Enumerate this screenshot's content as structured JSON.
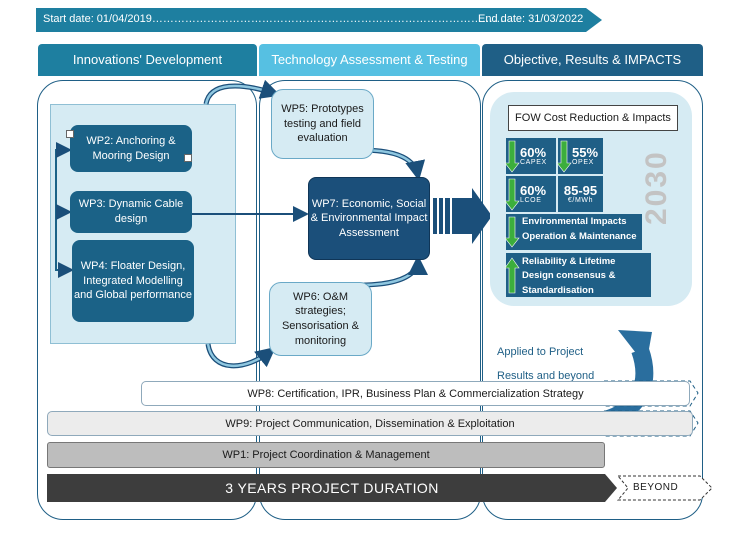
{
  "timeline": {
    "start_label": "Start date: 01/04/2019……………………………………………………………………………………",
    "end_label": "End date: 31/03/2022"
  },
  "columns": [
    {
      "title": "Innovations' Development"
    },
    {
      "title": "Technology Assessment & Testing"
    },
    {
      "title": "Objective, Results & IMPACTS"
    }
  ],
  "work_packages": {
    "wp2": "WP2: Anchoring & Mooring Design",
    "wp3": "WP3: Dynamic Cable design",
    "wp4": "WP4: Floater Design, Integrated Modelling and Global performance",
    "wp5": "WP5: Prototypes testing and field evaluation",
    "wp6": "WP6: O&M strategies; Sensorisation & monitoring",
    "wp7": "WP7: Economic, Social & Environmental Impact Assessment",
    "wp8": "WP8: Certification, IPR, Business Plan & Commercialization Strategy",
    "wp9": "WP9: Project Communication, Dissemination & Exploitation",
    "wp1": "WP1: Project Coordination & Management"
  },
  "impacts": {
    "title": "FOW Cost Reduction & Impacts",
    "year": "2030",
    "metrics": [
      {
        "value": "60%",
        "label": "CAPEX",
        "direction": "down"
      },
      {
        "value": "55%",
        "label": "OPEX",
        "direction": "down"
      },
      {
        "value": "60%",
        "label": "LCOE",
        "direction": "down"
      },
      {
        "value": "85-95",
        "label": "€/MWh",
        "direction": "none"
      }
    ],
    "environment": {
      "line1": "Environmental Impacts",
      "line2": "Operation & Maintenance",
      "direction": "down"
    },
    "reliability": {
      "line1": "Reliability & Lifetime",
      "line2": "Design consensus &",
      "line3": "Standardisation",
      "direction": "up"
    }
  },
  "applied": {
    "line1": "Applied to Project",
    "line2": "Results and beyond"
  },
  "duration": {
    "label": "3 YEARS PROJECT DURATION",
    "beyond": "BEYOND"
  },
  "colors": {
    "dark_blue": "#1b4f7a",
    "mid_blue": "#1e7fa0",
    "light_blue": "#56c0e2",
    "pale_blue": "#d6ebf3",
    "green_arrow": "#3cae3c"
  }
}
